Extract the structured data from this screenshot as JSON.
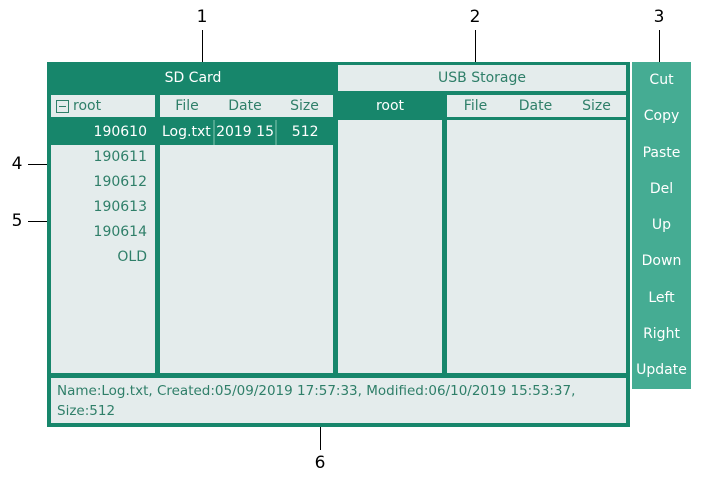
{
  "callouts": [
    {
      "id": "1",
      "label": "1"
    },
    {
      "id": "2",
      "label": "2"
    },
    {
      "id": "3",
      "label": "3"
    },
    {
      "id": "4",
      "label": "4"
    },
    {
      "id": "5",
      "label": "5"
    },
    {
      "id": "6",
      "label": "6"
    }
  ],
  "tabs": {
    "sd": "SD Card",
    "usb": "USB Storage"
  },
  "sd": {
    "tree": {
      "root_label": "root",
      "expander_icon": "minus-square-icon",
      "items": [
        {
          "label": "190610",
          "selected": true
        },
        {
          "label": "190611",
          "selected": false
        },
        {
          "label": "190612",
          "selected": false
        },
        {
          "label": "190613",
          "selected": false
        },
        {
          "label": "190614",
          "selected": false
        },
        {
          "label": "OLD",
          "selected": false
        }
      ]
    },
    "list": {
      "columns": [
        "File",
        "Date",
        "Size"
      ],
      "rows": [
        {
          "file": "Log.txt",
          "date": "2019 15",
          "size": "512",
          "selected": true
        }
      ]
    }
  },
  "usb": {
    "tree": {
      "root_label": "root",
      "items": []
    },
    "list": {
      "columns": [
        "File",
        "Date",
        "Size"
      ],
      "rows": []
    }
  },
  "status": {
    "text": "Name:Log.txt, Created:05/09/2019 17:57:33, Modified:06/10/2019 15:53:37, Size:512"
  },
  "sidebar": {
    "buttons": [
      {
        "label": "Cut"
      },
      {
        "label": "Copy"
      },
      {
        "label": "Paste"
      },
      {
        "label": "Del"
      },
      {
        "label": "Up"
      },
      {
        "label": "Down"
      },
      {
        "label": "Left"
      },
      {
        "label": "Right"
      },
      {
        "label": "Update"
      }
    ]
  },
  "colors": {
    "dark_green": "#17866b",
    "light_green": "#45ac93",
    "panel_bg": "#e4ecec",
    "text_green": "#2f7f69",
    "white": "#ffffff"
  }
}
